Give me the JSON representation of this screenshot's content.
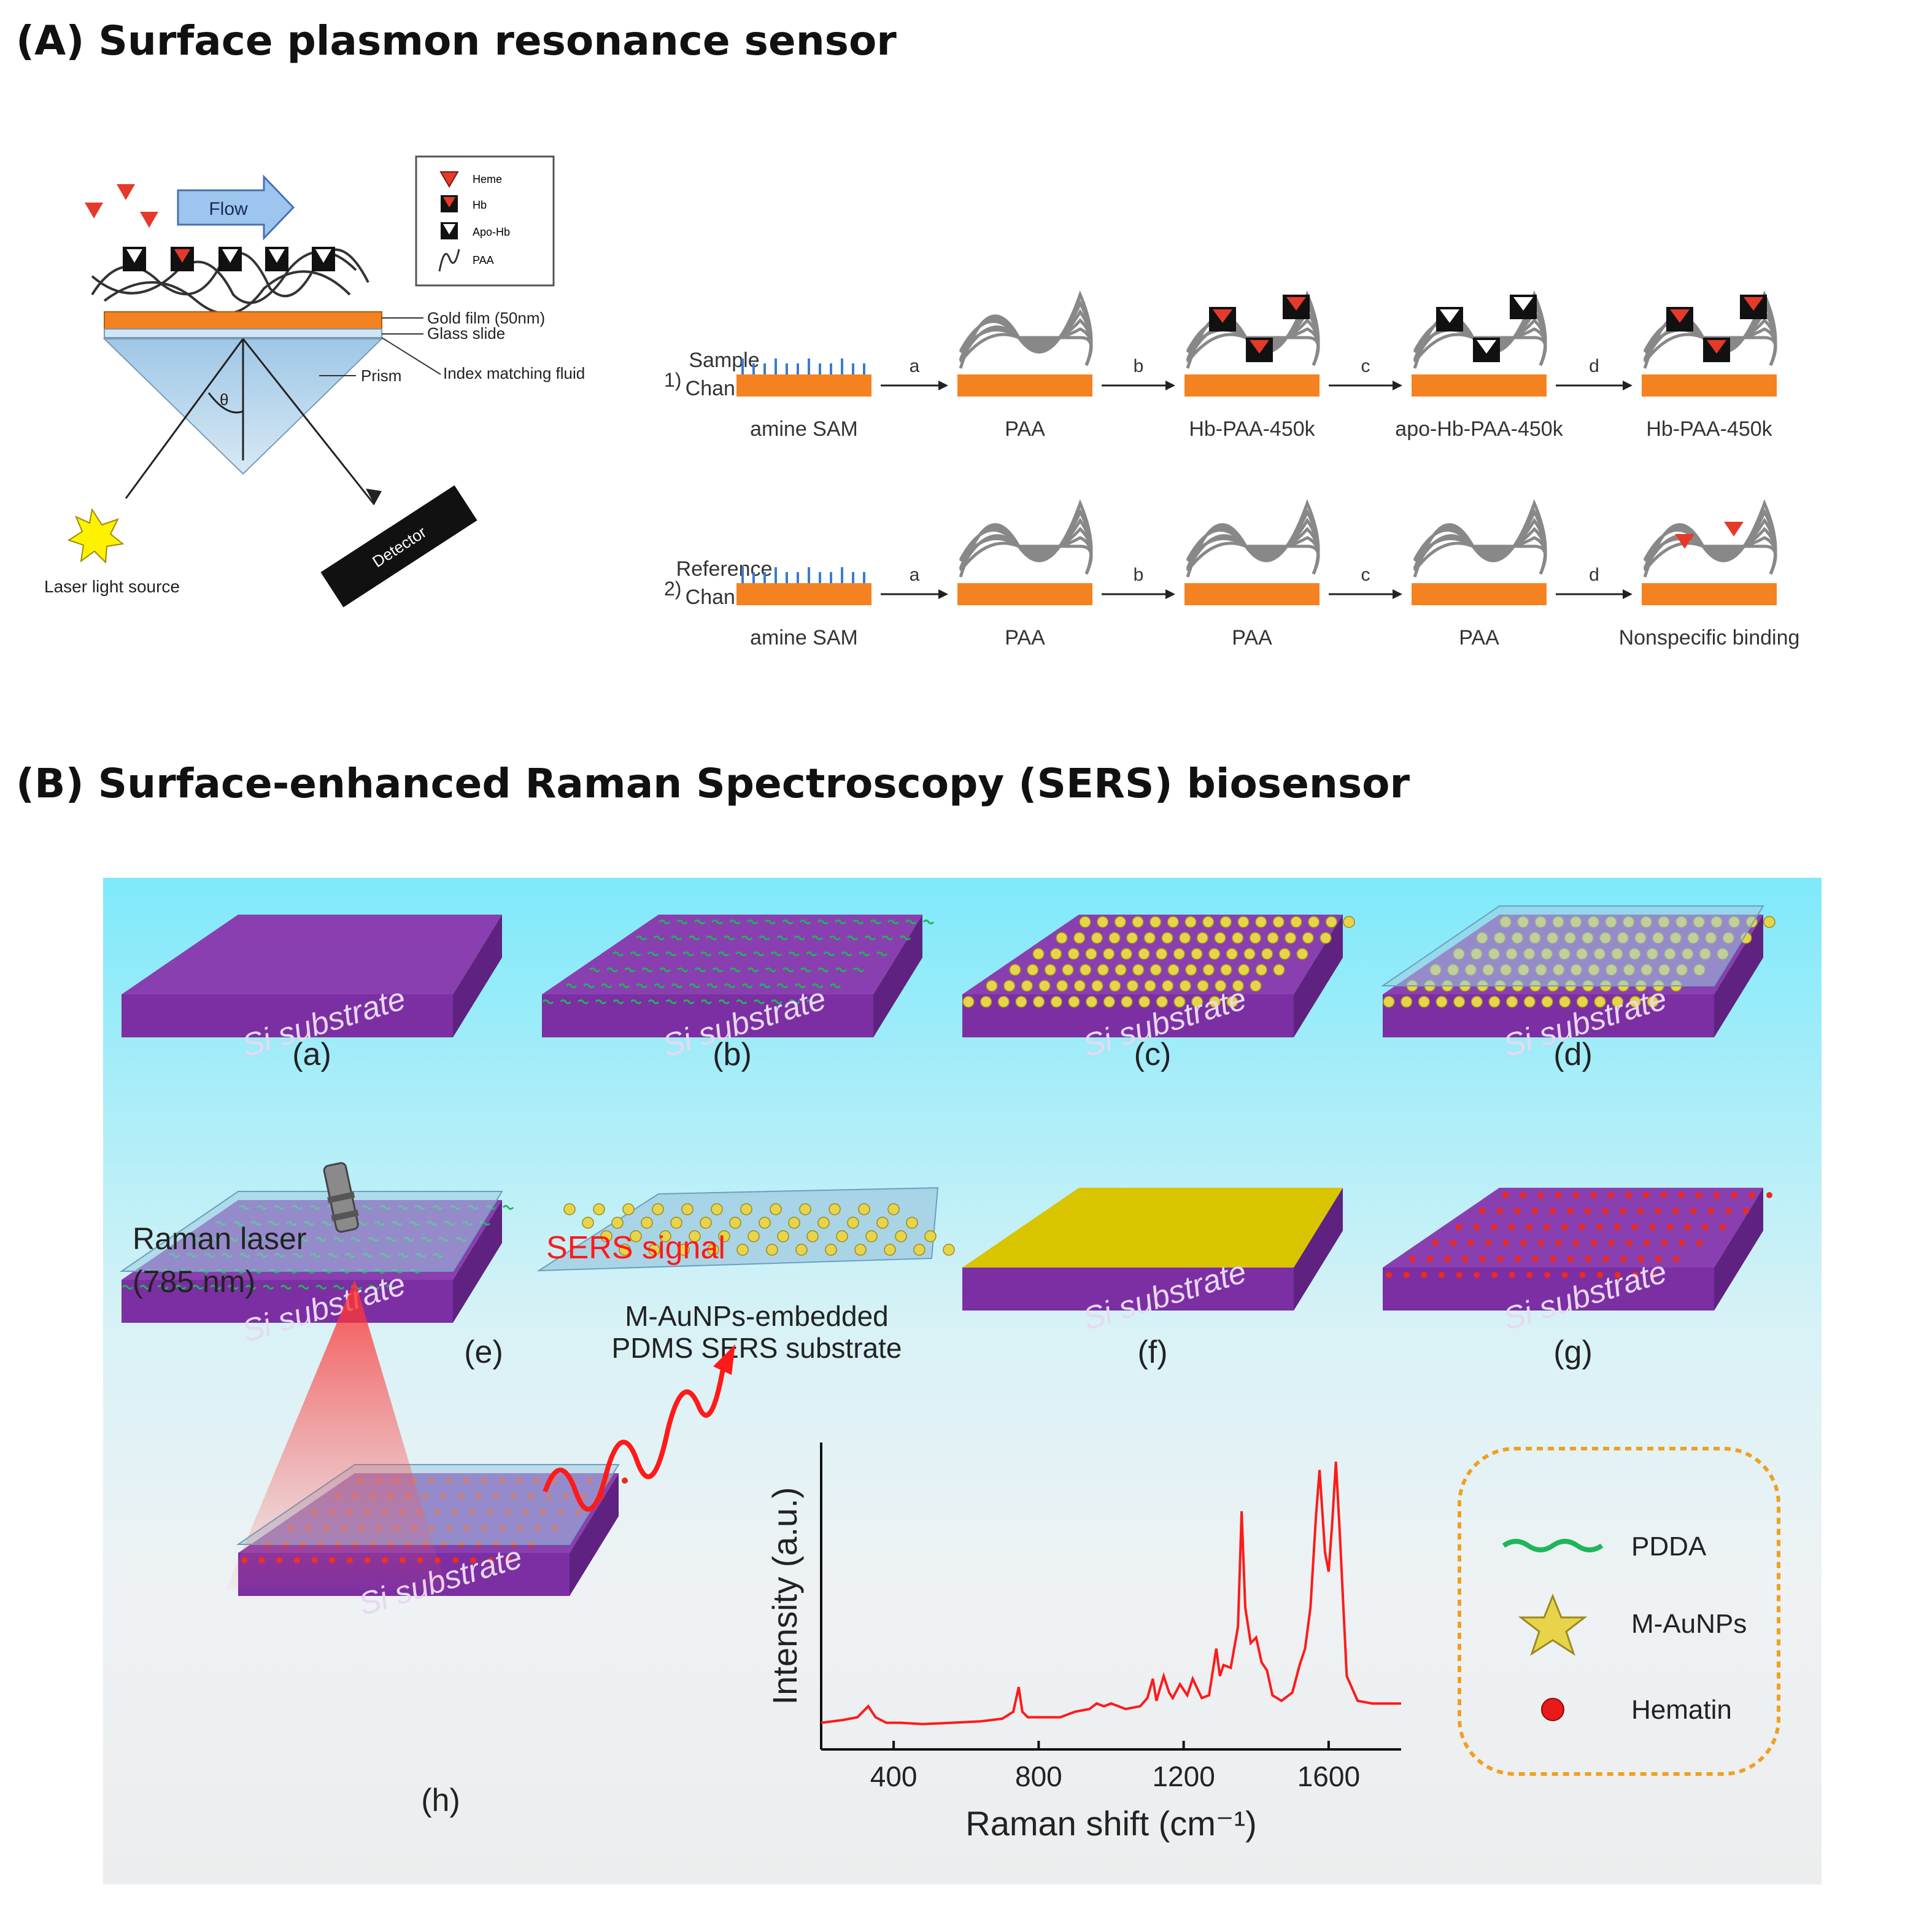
{
  "section_a": {
    "heading": "(A) Surface plasmon resonance sensor",
    "flow_label": "Flow",
    "legend": [
      "Heme",
      "Hb",
      "Apo-Hb",
      "PAA"
    ],
    "callouts": {
      "gold": "Gold film (50nm)",
      "glass": "Glass slide",
      "fluid": "Index matching fluid",
      "prism": "Prism",
      "theta": "θ"
    },
    "laser_label": "Laser light source",
    "detector_label": "Detector",
    "channel1": {
      "label_line1": "Sample",
      "label_line2": "Channel",
      "num": "1)"
    },
    "channel2": {
      "label_line1": "Reference",
      "label_line2": "Channel",
      "num": "2)"
    },
    "steps": [
      "a",
      "b",
      "c",
      "d"
    ],
    "row1_labels": [
      "amine SAM",
      "PAA",
      "Hb-PAA-450k",
      "apo-Hb-PAA-450k",
      "Hb-PAA-450k"
    ],
    "row2_labels": [
      "amine SAM",
      "PAA",
      "PAA",
      "PAA",
      "Nonspecific binding"
    ]
  },
  "section_b": {
    "heading": "(B) Surface-enhanced Raman Spectroscopy (SERS) biosensor",
    "substrate_text": "Si substrate",
    "captions": [
      "(a)",
      "(b)",
      "(c)",
      "(d)",
      "(e)",
      "(f)",
      "(g)",
      "(h)"
    ],
    "pdms_caption_line1": "M-AuNPs-embedded",
    "pdms_caption_line2": "PDMS SERS substrate",
    "laser_line1": "Raman laser",
    "laser_line2": "(785 nm)",
    "sers_signal": "SERS signal",
    "legend": [
      "PDDA",
      "M-AuNPs",
      "Hematin"
    ],
    "colors": {
      "substrate": "#8a3fb0",
      "gold": "#d9c400",
      "signal": "#ff1a1a",
      "pdda": "#1fb55a",
      "legend_border": "#f0a020"
    }
  },
  "chart_data": {
    "type": "line",
    "xlabel": "Raman shift (cm⁻¹)",
    "ylabel": "Intensity (a.u.)",
    "xlim": [
      200,
      1800
    ],
    "ticks": [
      "400",
      "800",
      "1200",
      "1600"
    ],
    "series": [
      {
        "x": [
          200,
          260,
          300,
          330,
          350,
          380,
          420,
          480,
          560,
          640,
          700,
          730,
          745,
          755,
          770,
          800,
          860,
          900,
          940,
          960,
          980,
          1000,
          1040,
          1080,
          1100,
          1115,
          1125,
          1145,
          1160,
          1170,
          1190,
          1210,
          1225,
          1250,
          1270,
          1290,
          1300,
          1310,
          1330,
          1350,
          1360,
          1370,
          1385,
          1400,
          1415,
          1430,
          1445,
          1470,
          1500,
          1520,
          1535,
          1550,
          1565,
          1575,
          1590,
          1600,
          1610,
          1620,
          1630,
          1650,
          1680,
          1720,
          1760,
          1800
        ],
        "y": [
          3,
          4,
          5,
          9,
          5,
          3,
          3,
          2.5,
          3,
          3.5,
          4.5,
          7,
          16,
          7,
          5,
          5,
          5,
          7,
          8,
          10,
          9,
          10,
          8,
          9,
          12,
          19,
          11,
          20,
          14,
          12,
          17,
          13,
          19,
          12,
          13,
          30,
          20,
          24,
          23,
          38,
          80,
          45,
          32,
          34,
          25,
          22,
          13,
          11,
          14,
          24,
          30,
          45,
          78,
          95,
          65,
          58,
          76,
          98,
          74,
          20,
          11,
          10,
          10,
          10
        ]
      }
    ]
  }
}
